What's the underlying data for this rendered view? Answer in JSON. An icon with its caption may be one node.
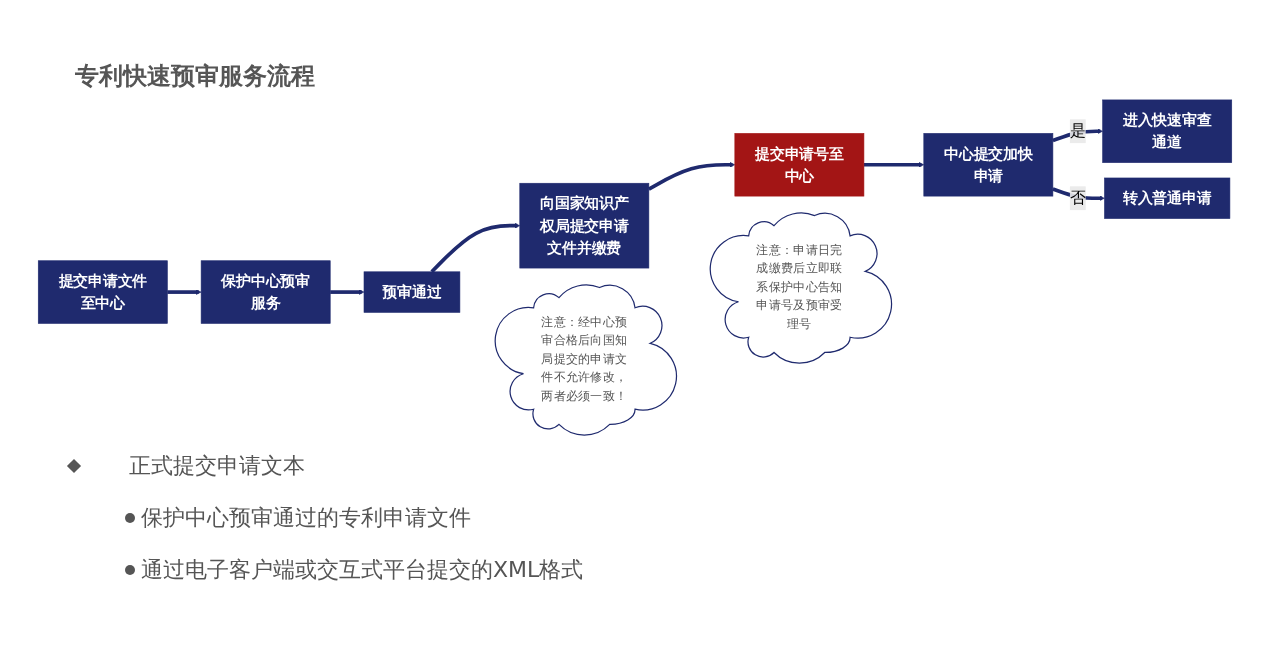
{
  "diagram": {
    "title": "专利快速预审服务流程",
    "nodes": [
      {
        "text": [
          "提交申请文件至中心"
        ]
      },
      {
        "text": [
          "保护中心预审服务"
        ]
      },
      {
        "text": [
          "预审通过"
        ]
      },
      {
        "text": [
          "向国家知识产权局提交申请文件并缴费"
        ]
      },
      {
        "text": [
          "提交申请号至中心"
        ]
      },
      {
        "text": [
          "中心提交加快申请"
        ]
      },
      {
        "text": [
          "进入快速审查通道"
        ]
      },
      {
        "text": [
          "转入普通申请"
        ]
      },
      {
        "text": [
          "注意：经中心预审合格后向国知局提交的申请文件不允许修改，两者必须一致！"
        ]
      },
      {
        "text": [
          "注意：申请日完成缴费后立即联系保护中心告知申请号及预审受理号"
        ]
      }
    ],
    "edges": [
      {
        "from": 0,
        "to": 1,
        "arrow": "to"
      },
      {
        "from": 1,
        "to": 2,
        "arrow": "to"
      },
      {
        "from": 2,
        "to": 3,
        "arrow": "to"
      },
      {
        "from": 3,
        "to": 4,
        "arrow": "to"
      },
      {
        "from": 4,
        "to": 5,
        "arrow": "to"
      },
      {
        "from": 5,
        "to": 6,
        "label": "是",
        "arrow": "to"
      },
      {
        "from": 5,
        "to": 7,
        "label": "否",
        "arrow": "to"
      }
    ],
    "labels": [
      "正式提交申请文本",
      "保护中心预审通过的专利申请文件",
      "通过电子客户端或交互式平台提交的XML格式"
    ]
  }
}
